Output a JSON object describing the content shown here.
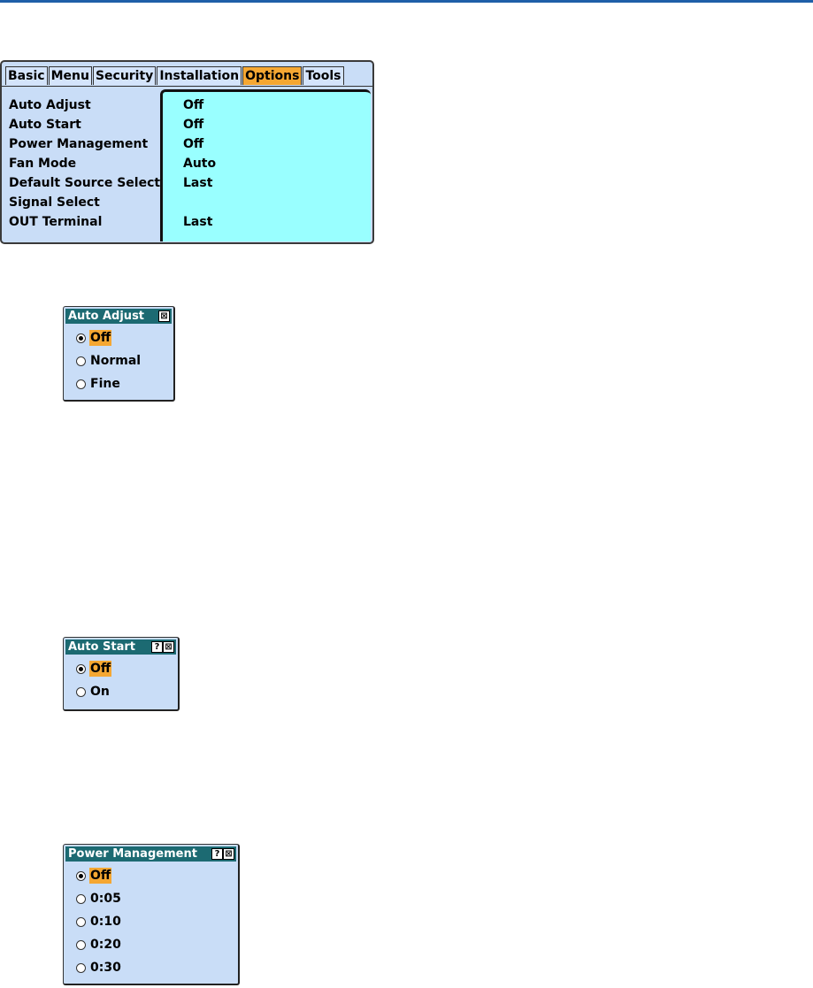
{
  "menu": {
    "tabs": [
      {
        "label": "Basic",
        "active": false
      },
      {
        "label": "Menu",
        "active": false
      },
      {
        "label": "Security",
        "active": false
      },
      {
        "label": "Installation",
        "active": false
      },
      {
        "label": "Options",
        "active": true
      },
      {
        "label": "Tools",
        "active": false
      }
    ],
    "rows": [
      {
        "label": "Auto Adjust",
        "value": "Off"
      },
      {
        "label": "Auto Start",
        "value": "Off"
      },
      {
        "label": "Power Management",
        "value": "Off"
      },
      {
        "label": "Fan Mode",
        "value": "Auto"
      },
      {
        "label": "Default Source Select",
        "value": "Last"
      },
      {
        "label": "Signal Select",
        "value": ""
      },
      {
        "label": "OUT Terminal",
        "value": "Last"
      }
    ]
  },
  "dialogs": {
    "auto_adjust": {
      "title": "Auto Adjust",
      "close_glyph": "⊠",
      "options": [
        "Off",
        "Normal",
        "Fine"
      ],
      "selected": "Off"
    },
    "auto_start": {
      "title": "Auto Start",
      "help_glyph": "?",
      "close_glyph": "⊠",
      "options": [
        "Off",
        "On"
      ],
      "selected": "Off"
    },
    "power_management": {
      "title": "Power Management",
      "help_glyph": "?",
      "close_glyph": "⊠",
      "options": [
        "Off",
        "0:05",
        "0:10",
        "0:20",
        "0:30"
      ],
      "selected": "Off"
    }
  },
  "colors": {
    "accent_rule": "#1f5fa8",
    "panel_bg": "#c9ddf7",
    "value_pane_bg": "#99ffff",
    "selection": "#f5a732",
    "titlebar": "#1c6a72"
  }
}
